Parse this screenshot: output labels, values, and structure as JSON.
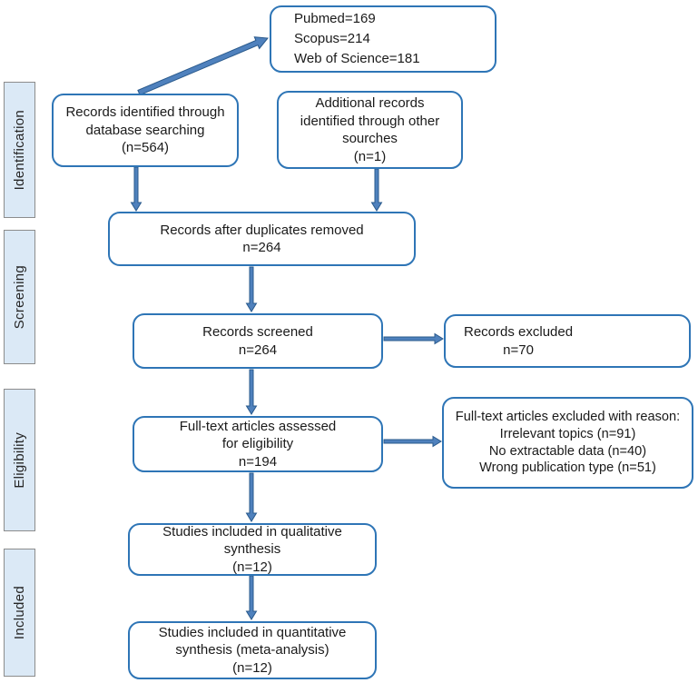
{
  "diagram_type": "PRISMA flow diagram",
  "colors": {
    "box_border": "#2E75B6",
    "arrow_fill": "#4F81BD",
    "arrow_stroke": "#2A5A8C",
    "stage_fill": "#DBE9F6",
    "stage_border": "#8C8C8C",
    "text": "#1A1A1A"
  },
  "stages": [
    {
      "label": "Identification"
    },
    {
      "label": "Screening"
    },
    {
      "label": "Eligibility"
    },
    {
      "label": "Included"
    }
  ],
  "boxes": {
    "sources": {
      "lines": [
        "Pubmed=169",
        "Scopus=214",
        "Web of Science=181"
      ]
    },
    "identified": {
      "lines": [
        "Records identified through",
        "database searching",
        "(n=564)"
      ]
    },
    "additional": {
      "lines": [
        "Additional records",
        "identified through other",
        "sourches",
        "(n=1)"
      ]
    },
    "deduplicated": {
      "lines": [
        "Records after duplicates removed",
        "n=264"
      ]
    },
    "screened": {
      "lines": [
        "Records screened",
        "n=264"
      ]
    },
    "excluded": {
      "lines": [
        "Records excluded",
        "n=70"
      ]
    },
    "fulltext": {
      "lines": [
        "Full-text articles assessed",
        "for eligibility",
        "n=194"
      ]
    },
    "fulltext_excluded": {
      "lines": [
        "Full-text articles excluded with reason:",
        "Irrelevant topics (n=91)",
        "No extractable data (n=40)",
        "Wrong publication type (n=51)"
      ]
    },
    "qualitative": {
      "lines": [
        "Studies included in qualitative",
        "synthesis",
        "(n=12)"
      ]
    },
    "quantitative": {
      "lines": [
        "Studies included in quantitative",
        "synthesis (meta-analysis)",
        "(n=12)"
      ]
    }
  }
}
